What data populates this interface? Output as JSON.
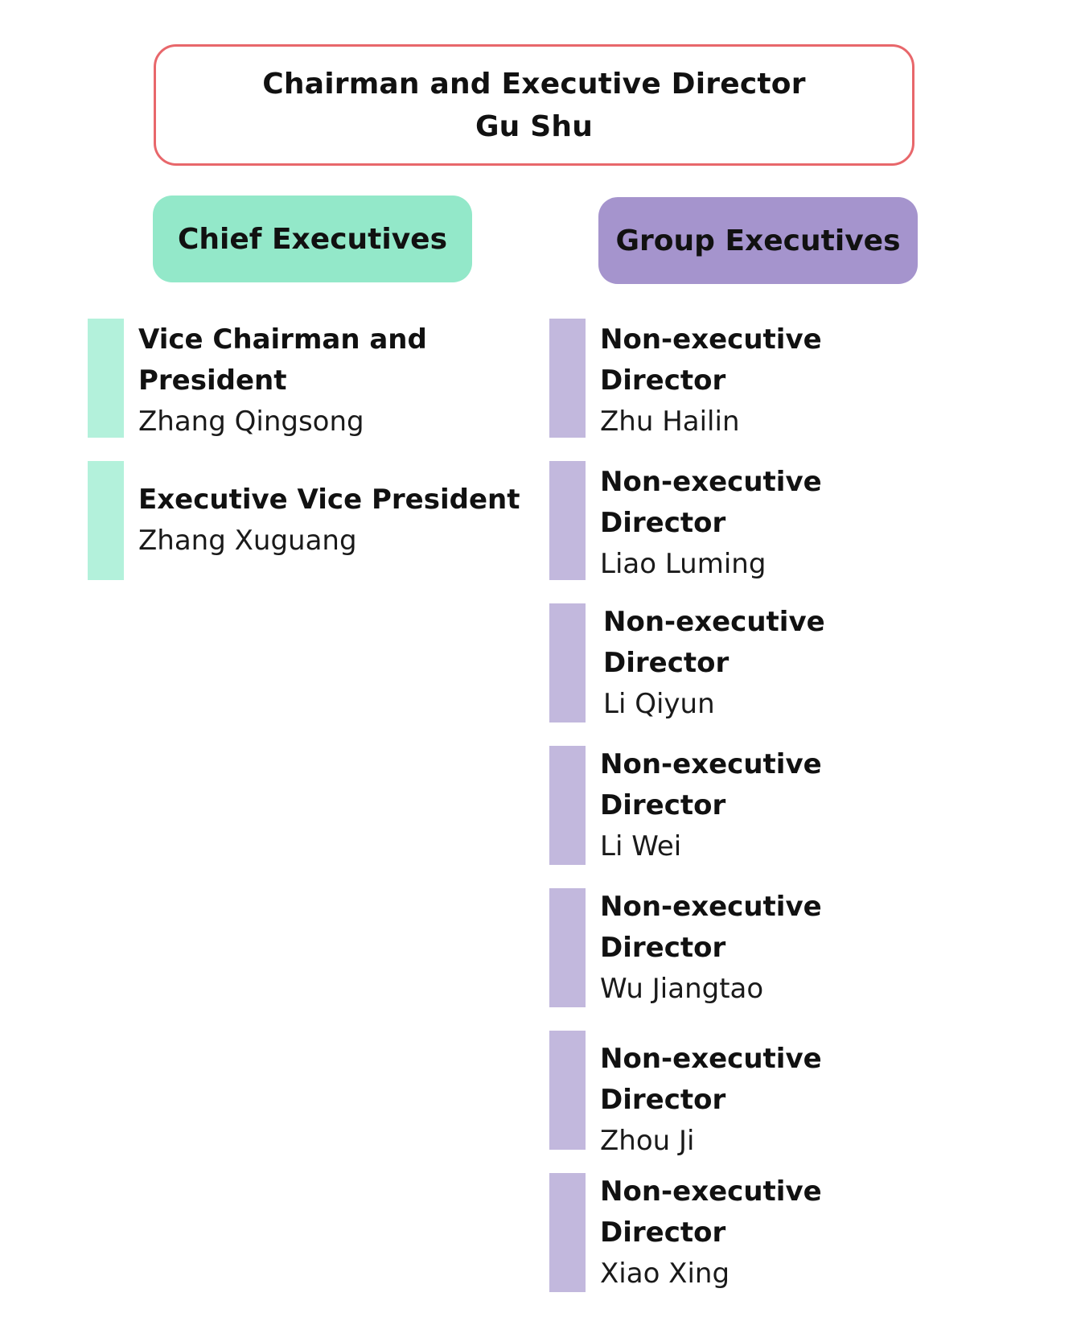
{
  "chairman": {
    "title": "Chairman and Executive Director",
    "name": "Gu Shu"
  },
  "columns": {
    "chief_label": "Chief Executives",
    "group_label": "Group Executives"
  },
  "chief_executives": [
    {
      "role": "Vice Chairman and President",
      "name": "Zhang Qingsong"
    },
    {
      "role": "Executive Vice President",
      "name": "Zhang Xuguang"
    }
  ],
  "group_executives": [
    {
      "role": "Non-executive Director",
      "name": "Zhu Hailin"
    },
    {
      "role": "Non-executive Director",
      "name": "Liao Luming"
    },
    {
      "role": "Non-executive Director",
      "name": "Li Qiyun"
    },
    {
      "role": "Non-executive Director",
      "name": "Li Wei"
    },
    {
      "role": "Non-executive Director",
      "name": "Wu Jiangtao"
    },
    {
      "role": "Non-executive Director",
      "name": "Zhou Ji"
    },
    {
      "role": "Non-executive Director",
      "name": "Xiao Xing"
    }
  ],
  "colors": {
    "chairman_border": "#e8676b",
    "chief_pill": "#93e8c9",
    "chief_bar": "#b3f1db",
    "group_pill": "#a594cd",
    "group_bar": "#c2b8dd"
  }
}
